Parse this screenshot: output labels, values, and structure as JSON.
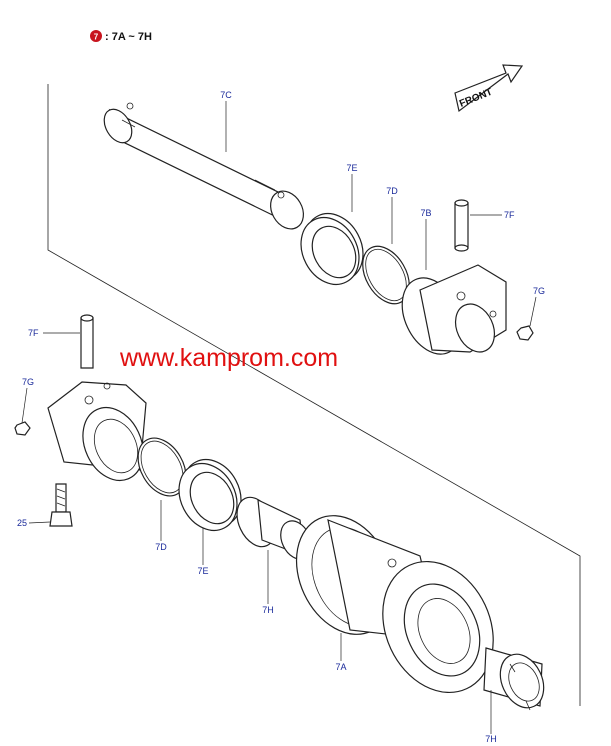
{
  "header": {
    "badge_glyph": "7",
    "range_text": ": 7A ~ 7H"
  },
  "front_label": "FRONT",
  "watermark": "www.kamprom.com",
  "callouts": [
    {
      "id": "c-7c-top",
      "text": "7C"
    },
    {
      "id": "c-7e-top",
      "text": "7E"
    },
    {
      "id": "c-7d-top",
      "text": "7D"
    },
    {
      "id": "c-7b",
      "text": "7B"
    },
    {
      "id": "c-7f-top",
      "text": "7F"
    },
    {
      "id": "c-7g-top",
      "text": "7G"
    },
    {
      "id": "c-7f-left",
      "text": "7F"
    },
    {
      "id": "c-7g-left",
      "text": "7G"
    },
    {
      "id": "c-25",
      "text": "25"
    },
    {
      "id": "c-7d-bot",
      "text": "7D"
    },
    {
      "id": "c-7e-bot",
      "text": "7E"
    },
    {
      "id": "c-7h-mid",
      "text": "7H"
    },
    {
      "id": "c-7a",
      "text": "7A"
    },
    {
      "id": "c-7h-bot",
      "text": "7H"
    }
  ],
  "colors": {
    "badge": "#c8141e",
    "watermark": "#e01010",
    "callout": "#1a2a9a",
    "line": "#222222"
  }
}
